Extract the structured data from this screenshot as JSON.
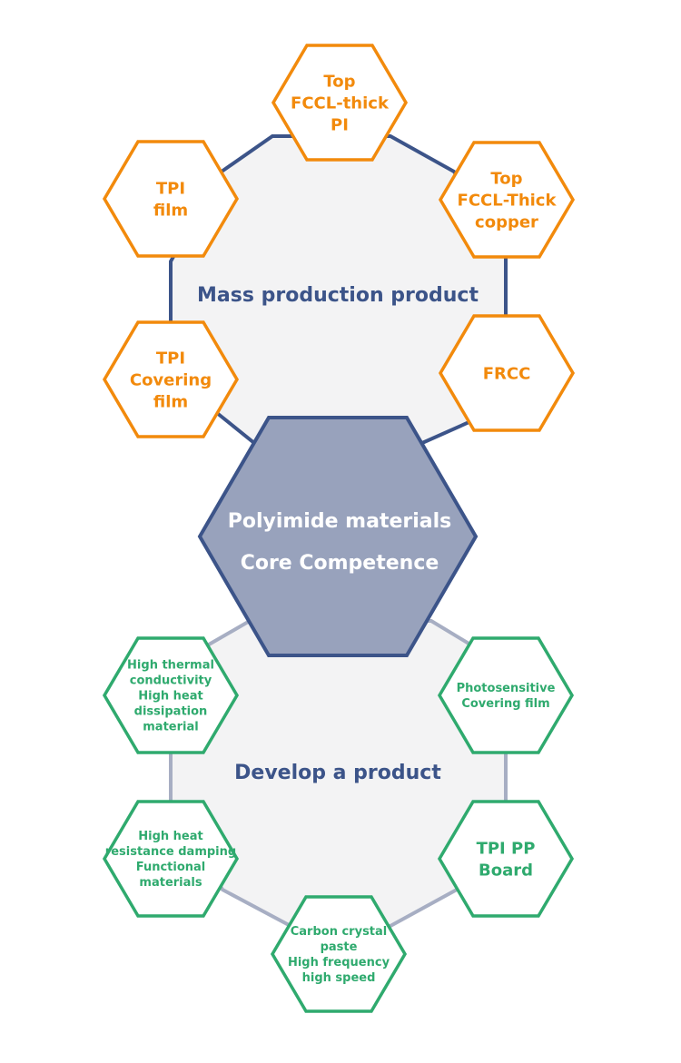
{
  "colors": {
    "mass_accent": "#F28A0C",
    "develop_accent": "#2FAA6E",
    "core_fill": "#98A2BC",
    "core_stroke": "#3C5489",
    "title_text": "#3C5489",
    "ring_fill": "#F3F3F4",
    "mass_ring_stroke": "#3C5489",
    "develop_ring_stroke": "#A7AEC3"
  },
  "core": {
    "lines": [
      "Polyimide materials",
      "Core Competence"
    ]
  },
  "mass_production": {
    "title": "Mass production product",
    "products": [
      {
        "id": "top-fccl-thick-pi",
        "lines": [
          "Top",
          "FCCL-thick",
          "PI"
        ]
      },
      {
        "id": "top-fccl-thick-copper",
        "lines": [
          "Top",
          "FCCL-Thick",
          "copper"
        ]
      },
      {
        "id": "frcc",
        "lines": [
          "FRCC"
        ]
      },
      {
        "id": "tpi-covering-film",
        "lines": [
          "TPI",
          "Covering",
          "film"
        ]
      },
      {
        "id": "tpi-film",
        "lines": [
          "TPI",
          "film"
        ]
      }
    ]
  },
  "develop": {
    "title": "Develop a product",
    "products": [
      {
        "id": "photosensitive-covering-film",
        "lines": [
          "Photosensitive",
          "Covering film"
        ]
      },
      {
        "id": "tpi-pp-board",
        "lines": [
          "TPI PP",
          "Board"
        ]
      },
      {
        "id": "carbon-crystal-paste",
        "lines": [
          "Carbon crystal",
          "paste",
          "High frequency",
          "high speed"
        ]
      },
      {
        "id": "high-heat-resistance-damping",
        "lines": [
          "High heat",
          "resistance damping",
          "Functional",
          "materials"
        ]
      },
      {
        "id": "high-thermal-conductivity",
        "lines": [
          "High thermal",
          "conductivity",
          "High heat",
          "dissipation",
          "material"
        ]
      }
    ]
  }
}
